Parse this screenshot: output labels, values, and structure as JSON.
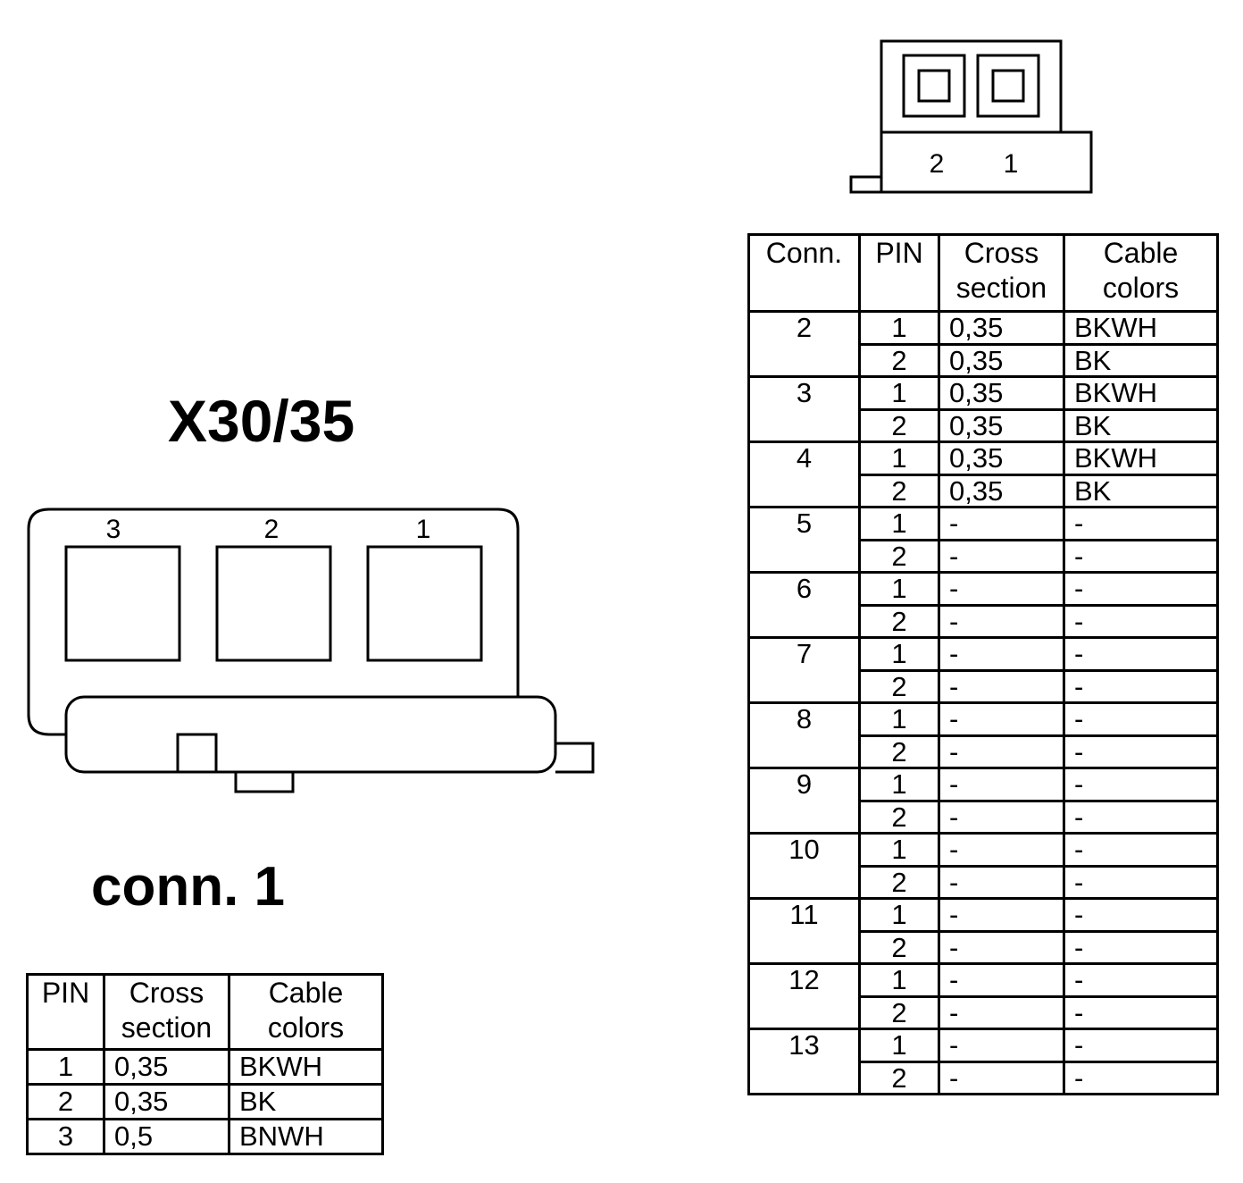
{
  "left_connector": {
    "title": "X30/35",
    "subtitle": "conn. 1",
    "pin_labels": [
      "3",
      "2",
      "1"
    ]
  },
  "top_connector": {
    "pin_labels": [
      "2",
      "1"
    ]
  },
  "conn1_table": {
    "headers": {
      "pin": "PIN",
      "cross_1": "Cross",
      "cross_2": "section",
      "cable_1": "Cable",
      "cable_2": "colors"
    },
    "rows": [
      {
        "pin": "1",
        "cross": "0,35",
        "color": "BKWH"
      },
      {
        "pin": "2",
        "cross": "0,35",
        "color": "BK"
      },
      {
        "pin": "3",
        "cross": "0,5",
        "color": "BNWH"
      }
    ]
  },
  "main_table": {
    "headers": {
      "conn": "Conn.",
      "pin": "PIN",
      "cross_1": "Cross",
      "cross_2": "section",
      "cable_1": "Cable",
      "cable_2": "colors"
    },
    "groups": [
      {
        "conn": "2",
        "rows": [
          {
            "pin": "1",
            "cross": "0,35",
            "color": "BKWH"
          },
          {
            "pin": "2",
            "cross": "0,35",
            "color": "BK"
          }
        ]
      },
      {
        "conn": "3",
        "rows": [
          {
            "pin": "1",
            "cross": "0,35",
            "color": "BKWH"
          },
          {
            "pin": "2",
            "cross": "0,35",
            "color": "BK"
          }
        ]
      },
      {
        "conn": "4",
        "rows": [
          {
            "pin": "1",
            "cross": "0,35",
            "color": "BKWH"
          },
          {
            "pin": "2",
            "cross": "0,35",
            "color": "BK"
          }
        ]
      },
      {
        "conn": "5",
        "rows": [
          {
            "pin": "1",
            "cross": "-",
            "color": "-"
          },
          {
            "pin": "2",
            "cross": "-",
            "color": "-"
          }
        ]
      },
      {
        "conn": "6",
        "rows": [
          {
            "pin": "1",
            "cross": "-",
            "color": "-"
          },
          {
            "pin": "2",
            "cross": "-",
            "color": "-"
          }
        ]
      },
      {
        "conn": "7",
        "rows": [
          {
            "pin": "1",
            "cross": "-",
            "color": "-"
          },
          {
            "pin": "2",
            "cross": "-",
            "color": "-"
          }
        ]
      },
      {
        "conn": "8",
        "rows": [
          {
            "pin": "1",
            "cross": "-",
            "color": "-"
          },
          {
            "pin": "2",
            "cross": "-",
            "color": "-"
          }
        ]
      },
      {
        "conn": "9",
        "rows": [
          {
            "pin": "1",
            "cross": "-",
            "color": "-"
          },
          {
            "pin": "2",
            "cross": "-",
            "color": "-"
          }
        ]
      },
      {
        "conn": "10",
        "rows": [
          {
            "pin": "1",
            "cross": "-",
            "color": "-"
          },
          {
            "pin": "2",
            "cross": "-",
            "color": "-"
          }
        ]
      },
      {
        "conn": "11",
        "rows": [
          {
            "pin": "1",
            "cross": "-",
            "color": "-"
          },
          {
            "pin": "2",
            "cross": "-",
            "color": "-"
          }
        ]
      },
      {
        "conn": "12",
        "rows": [
          {
            "pin": "1",
            "cross": "-",
            "color": "-"
          },
          {
            "pin": "2",
            "cross": "-",
            "color": "-"
          }
        ]
      },
      {
        "conn": "13",
        "rows": [
          {
            "pin": "1",
            "cross": "-",
            "color": "-"
          },
          {
            "pin": "2",
            "cross": "-",
            "color": "-"
          }
        ]
      }
    ]
  }
}
